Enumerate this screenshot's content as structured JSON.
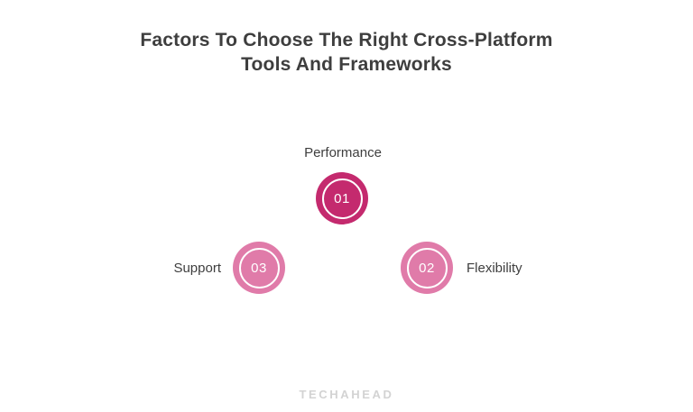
{
  "title": {
    "line1": "Factors To Choose The Right Cross-Platform",
    "line2": "Tools And Frameworks"
  },
  "factors": [
    {
      "number": "01",
      "label": "Performance",
      "color": "#c42a6e",
      "label_position": "top"
    },
    {
      "number": "02",
      "label": "Flexibility",
      "color": "#e07ba9",
      "label_position": "right"
    },
    {
      "number": "03",
      "label": "Support",
      "color": "#e07ba9",
      "label_position": "left"
    }
  ],
  "footer": {
    "logo": "TECHAHEAD"
  },
  "colors": {
    "primary_dark_pink": "#c42a6e",
    "light_pink": "#e07ba9",
    "title_text": "#3e3e3e",
    "label_text": "#3e3e3e",
    "circle_number_text": "#ffffff",
    "circle_ring": "#ffffff",
    "logo_gray": "#d3d3d3",
    "background": "#ffffff"
  }
}
